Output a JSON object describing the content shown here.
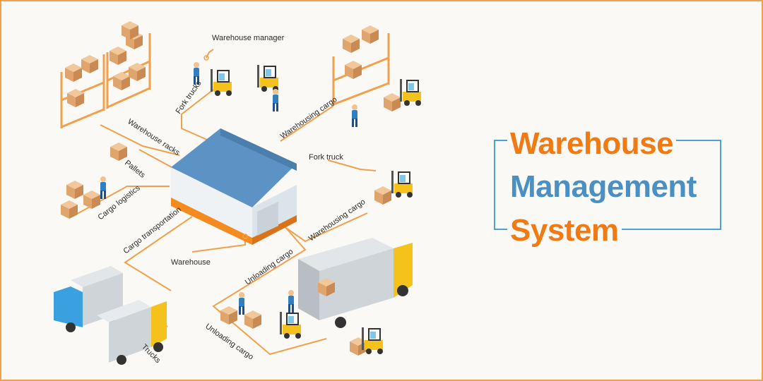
{
  "title": {
    "line1": "Warehouse",
    "line2": "Management",
    "line3": "System"
  },
  "labels": {
    "warehouse_manager": "Warehouse manager",
    "fork_trucks": "Fork trucks",
    "warehousing_cargo_top": "Warehousing cargo",
    "warehouse_racks": "Warehouse racks",
    "fork_truck": "Fork truck",
    "pallets": "Pallets",
    "cargo_logistics": "Cargo logistics",
    "warehousing_cargo_mid": "Warehousing cargo",
    "cargo_transportation": "Cargo transportation",
    "warehouse": "Warehouse",
    "unloading_cargo_mid": "Unloading cargo",
    "unloading_cargo_low": "Unloading cargo",
    "trucks": "Trucks"
  },
  "colors": {
    "orange": "#f07a14",
    "blue": "#4a90c2",
    "frame_blue": "#4aa2d6",
    "line_orange": "#f1a04c"
  }
}
